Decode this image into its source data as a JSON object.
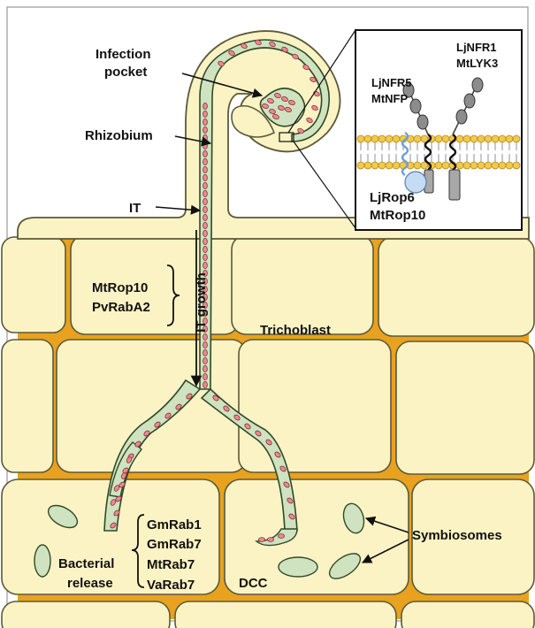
{
  "labels": {
    "infection_pocket_1": "Infection",
    "infection_pocket_2": "pocket",
    "rhizobium": "Rhizobium",
    "it": "IT",
    "mtrop10": "MtRop10",
    "pvraba2": "PvRabA2",
    "it_growth": "IT growth",
    "trichoblast": "Trichoblast",
    "gmrab1": "GmRab1",
    "gmrab7": "GmRab7",
    "mtrab7": "MtRab7",
    "varab7": "VaRab7",
    "bacterial_1": "Bacterial",
    "bacterial_2": "release",
    "dcc": "DCC",
    "symbiosomes": "Symbiosomes"
  },
  "inset": {
    "ljnfr1": "LjNFR1",
    "mtlyk3": "MtLYK3",
    "ljnfr5": "LjNFR5",
    "mtnfp": "MtNFP",
    "ljrop6": "LjRop6",
    "mtrop10": "MtRop10"
  },
  "colors": {
    "cell_fill": "#fcf3c4",
    "cell_stroke": "#5a5a3a",
    "thread_fill": "#cfe3c0",
    "thread_stroke": "#2f4a28",
    "bacteria_fill": "#e98b92",
    "bacteria_stroke": "#8a2f36",
    "intercellular": "#e8a21f",
    "lipid_head": "#f2c94c",
    "rop_fill": "#c6dcf5",
    "rop_tail": "#6aa0d8"
  }
}
